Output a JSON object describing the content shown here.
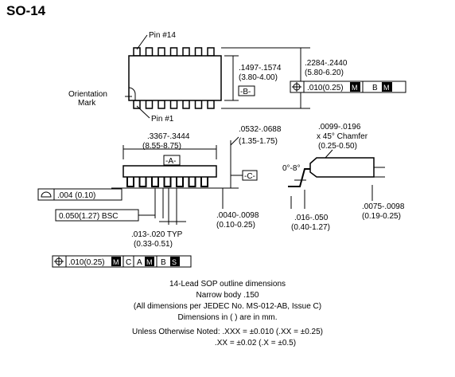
{
  "title": "SO-14",
  "top_view": {
    "pin14": "Pin #14",
    "pin1": "Pin #1",
    "orientation_line1": "Orientation",
    "orientation_line2": "Mark",
    "width_in": ".1497-.1574",
    "width_mm": "(3.80-4.00)",
    "datum_b": "-B-",
    "span_in": ".2284-.2440",
    "span_mm": "(5.80-6.20)",
    "fcf_tol": ".010(0.25)",
    "fcf_mod": "M",
    "fcf_ref": "B",
    "fcf_ref_mod": "M"
  },
  "side_view": {
    "len_in": ".3367-.3444",
    "len_mm": "(8.55-8.75)",
    "datum_a": "-A-",
    "height_in": ".0532-.0688",
    "height_mm": "(1.35-1.75)",
    "datum_c": "-C-",
    "flat": ".004 (0.10)",
    "pitch": "0.050(1.27) BSC",
    "standoff_in": ".0040-.0098",
    "standoff_mm": "(0.10-0.25)",
    "lead_in": ".013-.020 TYP",
    "lead_mm": "(0.33-0.51)",
    "pos_tol": ".010(0.25)",
    "pos_mod": "M",
    "pos_ref_c": "C",
    "pos_ref_a": "A",
    "pos_ref_a_mod": "M",
    "pos_ref_b": "B",
    "pos_ref_b_mod": "S"
  },
  "end_view": {
    "chamfer_in": ".0099-.0196",
    "chamfer_angle": "x 45° Chamfer",
    "chamfer_mm": "(0.25-0.50)",
    "angle": "0°-8°",
    "foot_in": ".016-.050",
    "foot_mm": "(0.40-1.27)",
    "thick_in": ".0075-.0098",
    "thick_mm": "(0.19-0.25)"
  },
  "caption": {
    "line1": "14-Lead SOP outline dimensions",
    "line2": "Narrow body .150",
    "line3": "(All dimensions per JEDEC No. MS-012-AB, Issue C)",
    "line4": "Dimensions in ( ) are in mm.",
    "line5": "Unless Otherwise Noted: .XXX = ±0.010 (.XX = ±0.25)",
    "line6": ".XX = ±0.02 (.X = ±0.5)"
  }
}
